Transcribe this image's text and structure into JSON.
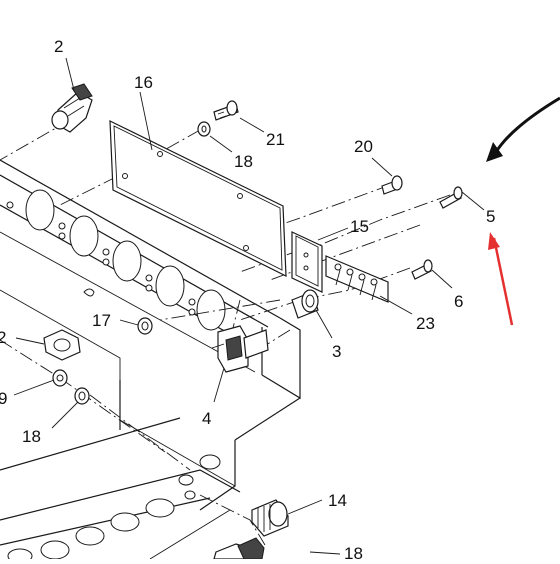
{
  "callouts": {
    "c2_top": "2",
    "c16": "16",
    "c21": "21",
    "c18_upper": "18",
    "c20": "20",
    "c15": "15",
    "c5": "5",
    "c6": "6",
    "c23": "23",
    "c17": "17",
    "c3": "3",
    "c2_left": "2",
    "c19": "9",
    "c18_lower": "18",
    "c4": "4",
    "c14": "14",
    "c18_bottom": "18"
  },
  "colors": {
    "line": "#1a1a1a",
    "red_arrow": "#e53030",
    "black_arrow": "#111111"
  },
  "icons": {
    "black_arrow": "curved-pointer-arrow",
    "red_arrow": "straight-pointer-arrow"
  }
}
